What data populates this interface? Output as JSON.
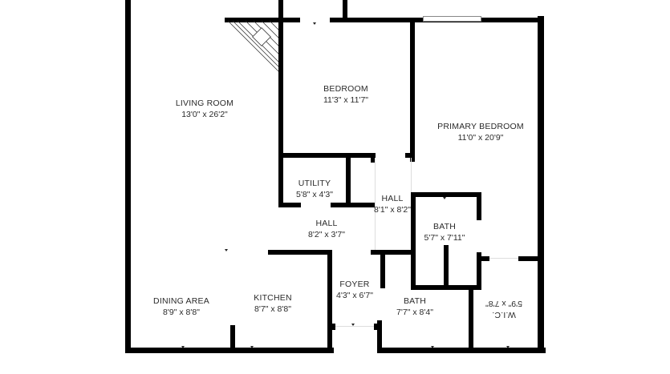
{
  "floor_plan": {
    "rooms": [
      {
        "id": "living-room",
        "name": "LIVING ROOM",
        "dims": "13'0\" x 26'2\""
      },
      {
        "id": "bedroom",
        "name": "BEDROOM",
        "dims": "11'3\" x 11'7\""
      },
      {
        "id": "primary-bedroom",
        "name": "PRIMARY BEDROOM",
        "dims": "11'0\" x 20'9\""
      },
      {
        "id": "utility",
        "name": "UTILITY",
        "dims": "5'8\" x 4'3\""
      },
      {
        "id": "hall-vertical",
        "name": "HALL",
        "dims": "8'1\" x 8'2\""
      },
      {
        "id": "hall-horizontal",
        "name": "HALL",
        "dims": "8'2\" x 3'7\""
      },
      {
        "id": "bath-upper",
        "name": "BATH",
        "dims": "5'7\" x 7'11\""
      },
      {
        "id": "dining-area",
        "name": "DINING AREA",
        "dims": "8'9\" x 8'8\""
      },
      {
        "id": "kitchen",
        "name": "KITCHEN",
        "dims": "8'7\" x 8'8\""
      },
      {
        "id": "foyer",
        "name": "FOYER",
        "dims": "4'3\" x 6'7\""
      },
      {
        "id": "bath-lower",
        "name": "BATH",
        "dims": "7'7\" x 8'4\""
      },
      {
        "id": "wic",
        "name": "W.I.C.",
        "dims": "5'9\" x 7'8\""
      }
    ]
  }
}
